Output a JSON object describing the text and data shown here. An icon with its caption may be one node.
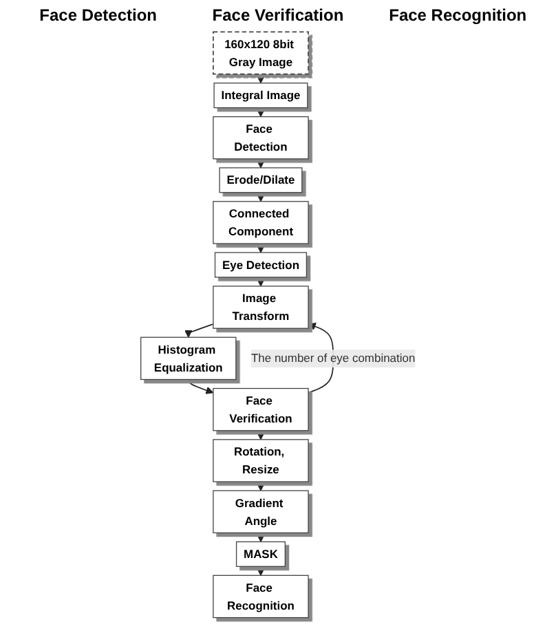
{
  "diagram": {
    "nodes": [
      {
        "text": [
          "160x120 8bit Gray Image"
        ]
      },
      {
        "text": [
          "Integral Image"
        ]
      },
      {
        "text": [
          "Face Detection"
        ]
      },
      {
        "text": [
          "Erode/Dilate"
        ]
      },
      {
        "text": [
          "Connected Component"
        ]
      },
      {
        "text": [
          "Eye Detection"
        ]
      },
      {
        "text": [
          "Image Transform"
        ]
      },
      {
        "text": [
          "Histogram Equalization"
        ]
      },
      {
        "text": [
          "Face Verification"
        ]
      },
      {
        "text": [
          "Rotation, Resize"
        ]
      },
      {
        "text": [
          "Gradient Angle"
        ]
      },
      {
        "text": [
          "MASK"
        ]
      },
      {
        "text": [
          "Face Recognition"
        ]
      }
    ],
    "edges": [
      {
        "from": 0,
        "to": 1,
        "arrow": "to"
      },
      {
        "from": 1,
        "to": 2,
        "arrow": "to"
      },
      {
        "from": 2,
        "to": 3,
        "arrow": "to"
      },
      {
        "from": 3,
        "to": 4,
        "arrow": "to"
      },
      {
        "from": 4,
        "to": 5,
        "arrow": "to"
      },
      {
        "from": 5,
        "to": 6,
        "arrow": "to"
      },
      {
        "from": 6,
        "to": 7,
        "arrow": "to"
      },
      {
        "from": 7,
        "to": 8,
        "arrow": "to"
      },
      {
        "from": 8,
        "to": 6,
        "arrow": "to",
        "label": "The number of eye combination"
      },
      {
        "from": 8,
        "to": 9,
        "arrow": "to"
      },
      {
        "from": 9,
        "to": 10,
        "arrow": "to"
      },
      {
        "from": 10,
        "to": 11,
        "arrow": "to"
      },
      {
        "from": 11,
        "to": 12,
        "arrow": "to"
      }
    ],
    "labels": [
      "Face Detection",
      "Face Verification",
      "Face Recognition"
    ]
  }
}
